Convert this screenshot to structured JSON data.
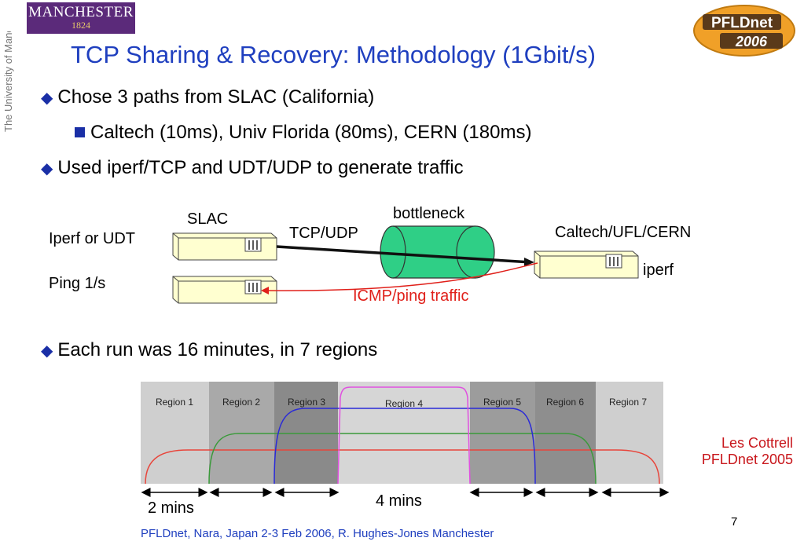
{
  "logos": {
    "manchester_name": "MANCHESTER",
    "manchester_year": "1824",
    "university_vertical": "The University of Manchester",
    "pfldnet_line1": "PFLDnet",
    "pfldnet_line2": "2006"
  },
  "title": "TCP Sharing & Recovery: Methodology (1Gbit/s)",
  "bullets": {
    "b1": "Chose 3 paths from SLAC (California)",
    "b1_sub": "Caltech (10ms), Univ Florida (80ms), CERN (180ms)",
    "b2": "Used iperf/TCP and UDT/UDP to generate traffic",
    "b3": "Each run was 16 minutes, in 7 regions"
  },
  "diagram": {
    "slac": "SLAC",
    "iperf_udt": "Iperf  or UDT",
    "ping": "Ping 1/s",
    "tcp_udp": "TCP/UDP",
    "bottleneck": "bottleneck",
    "dest": "Caltech/UFL/CERN",
    "iperf": "iperf",
    "icmp": "ICMP/ping traffic"
  },
  "regions": {
    "labels": [
      "Region 1",
      "Region 2",
      "Region 3",
      "Region 4",
      "Region 5",
      "Region 6",
      "Region 7"
    ],
    "durations": [
      "2 mins",
      "4 mins"
    ]
  },
  "credit": {
    "line1": "Les Cottrell",
    "line2": "PFLDnet 2005"
  },
  "footer": "PFLDnet, Nara, Japan 2-3 Feb 2006,  R. Hughes-Jones  Manchester",
  "page_number": "7",
  "colors": {
    "title": "#1f3fbf",
    "bullet": "#1a2fa6",
    "accent_red": "#e0201a",
    "cylinder": "#2fcf86",
    "server_box": "#ffffd0",
    "line_red": "#e8453b",
    "line_green": "#3a9a3a",
    "line_blue": "#2a2ad8",
    "line_magenta": "#e050e0"
  }
}
